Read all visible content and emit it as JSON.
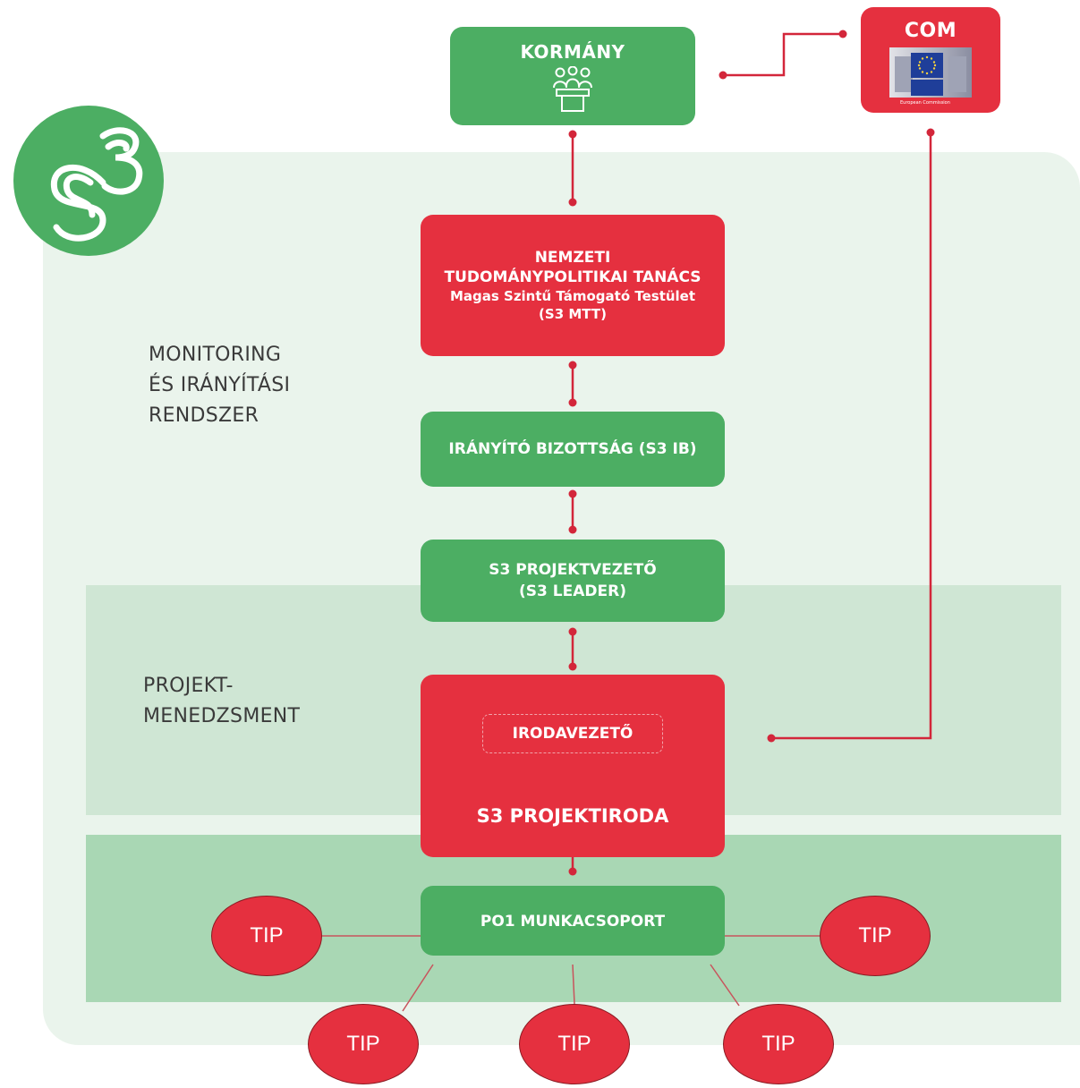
{
  "top": {
    "government": "KORMÁNY",
    "commission": "COM",
    "commission_logo_text": "European Commission"
  },
  "boxes": {
    "ntt_line1": "NEMZETI",
    "ntt_line2": "TUDOMÁNYPOLITIKAI TANÁCS",
    "ntt_line3": "Magas Szintű Támogató Testület",
    "ntt_line4": "(S3 MTT)",
    "steering": "IRÁNYÍTÓ BIZOTTSÁG (S3 IB)",
    "leader_line1": "S3 PROJEKTVEZETŐ",
    "leader_line2": "(S3 LEADER)",
    "office_head": "IRODAVEZETŐ",
    "project_office": "S3 PROJEKTIRODA",
    "workgroup": "PO1 MUNKACSOPORT"
  },
  "sections": {
    "monitoring": "MONITORING\nÉS IRÁNYÍTÁSI\nRENDSZER",
    "management": "PROJEKT-\nMENEDZSMENT"
  },
  "tips": [
    "TIP",
    "TIP",
    "TIP",
    "TIP",
    "TIP"
  ],
  "colors": {
    "green": "#4cae63",
    "red": "#e5303f",
    "connector": "#d3263a",
    "panel": "#eaf4ec",
    "band_mid": "#cfe6d4",
    "band_low": "#a9d7b4"
  },
  "icons": {
    "logo": "s3-logo-icon",
    "government": "council-people-icon",
    "commission": "eu-commission-building-icon"
  }
}
